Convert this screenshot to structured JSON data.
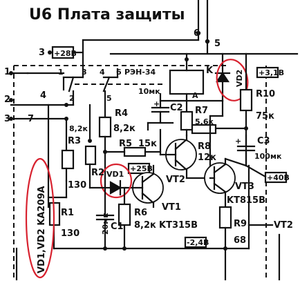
{
  "title": "U6 Плата защиты",
  "connectors": {
    "c5": "5",
    "c6": "6",
    "x1": "1",
    "x2": "2",
    "x3": "3"
  },
  "supply_tag": "+28B",
  "relay": {
    "name": "РЭН-34",
    "pins": [
      "1",
      "3",
      "4",
      "6",
      "2",
      "5"
    ],
    "coil_label": "K"
  },
  "wire_marks": {
    "w4": "4",
    "w7": "7"
  },
  "components": {
    "R1": {
      "ref": "R1",
      "value": "130"
    },
    "R2": {
      "ref": "R2"
    },
    "R3": {
      "ref": "R3",
      "value": "130",
      "wire": "8,2к"
    },
    "R4": {
      "ref": "R4",
      "value": "8,2к"
    },
    "R5": {
      "ref": "R5",
      "value": "15к"
    },
    "R6": {
      "ref": "R6",
      "value": "8,2к"
    },
    "R7": {
      "ref": "R7",
      "value": "5,6к"
    },
    "R8": {
      "ref": "R8",
      "value": "12к"
    },
    "R9": {
      "ref": "R9",
      "value": "68"
    },
    "R10": {
      "ref": "R10",
      "value": "75к"
    },
    "C1": {
      "ref": "C1",
      "value": "20мк"
    },
    "C2": {
      "ref": "C2",
      "value": "10мк"
    },
    "C3": {
      "ref": "C3",
      "value": "100мк"
    },
    "VD1": {
      "ref": "VD1"
    },
    "VD2": {
      "ref": "VD2"
    },
    "VT1": {
      "ref": "VT1",
      "type": "KT315B"
    },
    "VT2": {
      "ref": "VT2"
    },
    "VT3": {
      "ref": "VT3",
      "type": "KT815B"
    }
  },
  "voltage_tags": {
    "t1": "+3,1B",
    "t2": "+25B",
    "t3": "+40B",
    "t4": "-2,4B"
  },
  "side_note": "VD1,VD2 KA209A",
  "vt2_ref": "VT2",
  "colors": {
    "ink": "#111111",
    "highlight": "#d8222f",
    "paper": "#ffffff"
  }
}
